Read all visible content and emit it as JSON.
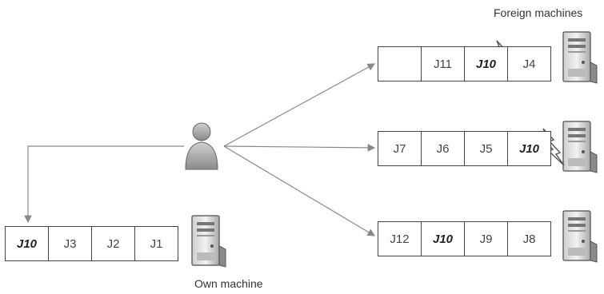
{
  "labels": {
    "foreign": "Foreign machines",
    "own": "Own machine"
  },
  "queues": {
    "foreign_1": [
      "",
      "J11",
      "J10",
      "J4"
    ],
    "foreign_2": [
      "J7",
      "J6",
      "J5",
      "J10"
    ],
    "foreign_3": [
      "J12",
      "J10",
      "J9",
      "J8"
    ],
    "own": [
      "J10",
      "J3",
      "J2",
      "J1"
    ]
  },
  "emphasized_job": "J10",
  "icons": [
    "user-icon",
    "server-icon",
    "lightning-icon"
  ],
  "colors": {
    "line": "#888888",
    "box_border": "#444444",
    "server": "#9a9a9a"
  }
}
